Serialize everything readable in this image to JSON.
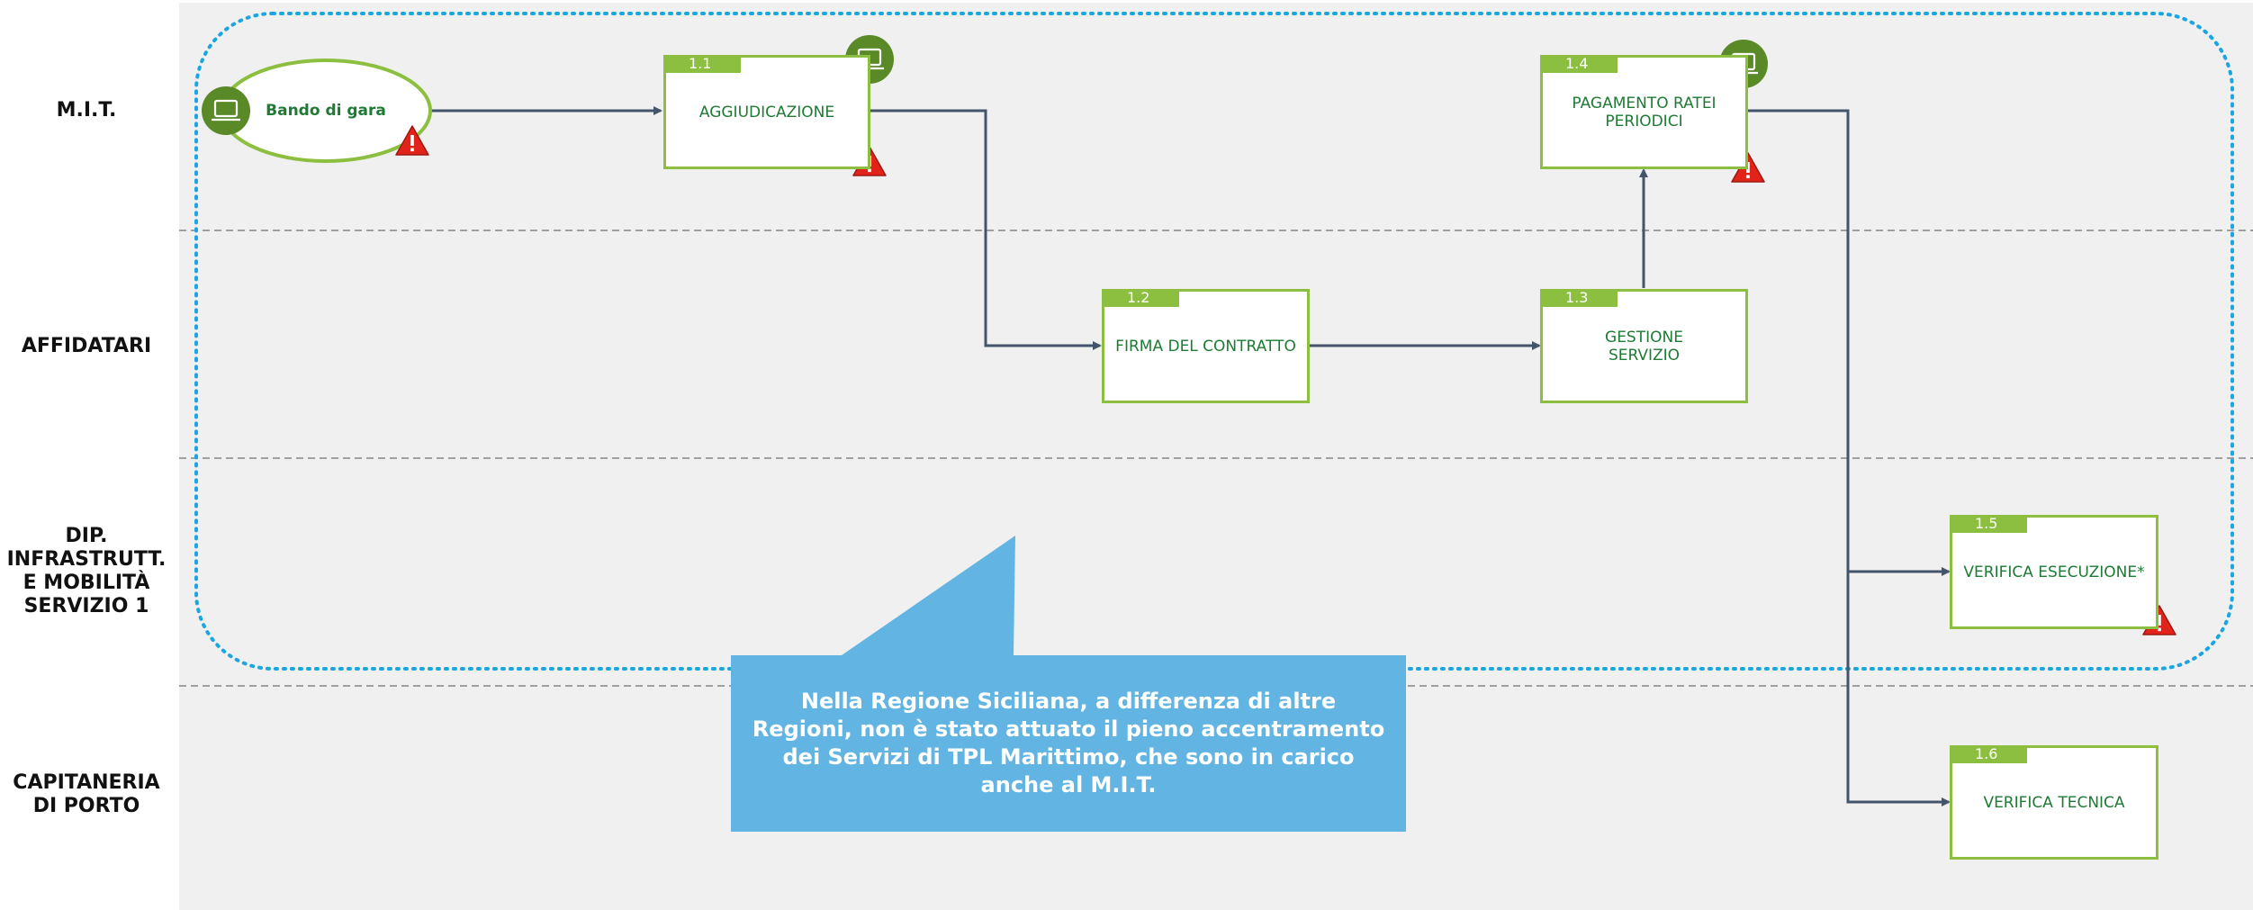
{
  "lanes": [
    {
      "id": "mit",
      "label": "M.I.T."
    },
    {
      "id": "affidatari",
      "label": "AFFIDATARI"
    },
    {
      "id": "dip",
      "label": "DIP.\nINFRASTRUTT.\nE MOBILITÀ\nSERVIZIO 1"
    },
    {
      "id": "capitaneria",
      "label": "CAPITANERIA\nDI PORTO"
    }
  ],
  "start_event": {
    "label": "Bando di gara"
  },
  "activities": [
    {
      "id": "1.1",
      "label": "AGGIUDICAZIONE"
    },
    {
      "id": "1.2",
      "label": "FIRMA DEL CONTRATTO"
    },
    {
      "id": "1.3",
      "label": "GESTIONE\nSERVIZIO"
    },
    {
      "id": "1.4",
      "label": "PAGAMENTO RATEI\nPERIODICI"
    },
    {
      "id": "1.5",
      "label": "VERIFICA ESECUZIONE*"
    },
    {
      "id": "1.6",
      "label": "VERIFICA TECNICA"
    }
  ],
  "callout": {
    "text": "Nella Regione Siciliana, a differenza di altre Regioni, non è stato attuato il pieno accentramento dei Servizi di TPL Marittimo, che sono in carico anche al M.I.T."
  },
  "icons": {
    "system": "computer-icon",
    "risk": "warning-icon"
  },
  "colors": {
    "activity_border": "#8cbf3f",
    "activity_text": "#1e7b34",
    "connector": "#44546a",
    "callout": "#62b4e3",
    "group_border": "#1ba6e0",
    "warning": "#e2231a",
    "lane_background": "#f0f0f0",
    "system_icon_bg": "#5a8a28"
  }
}
